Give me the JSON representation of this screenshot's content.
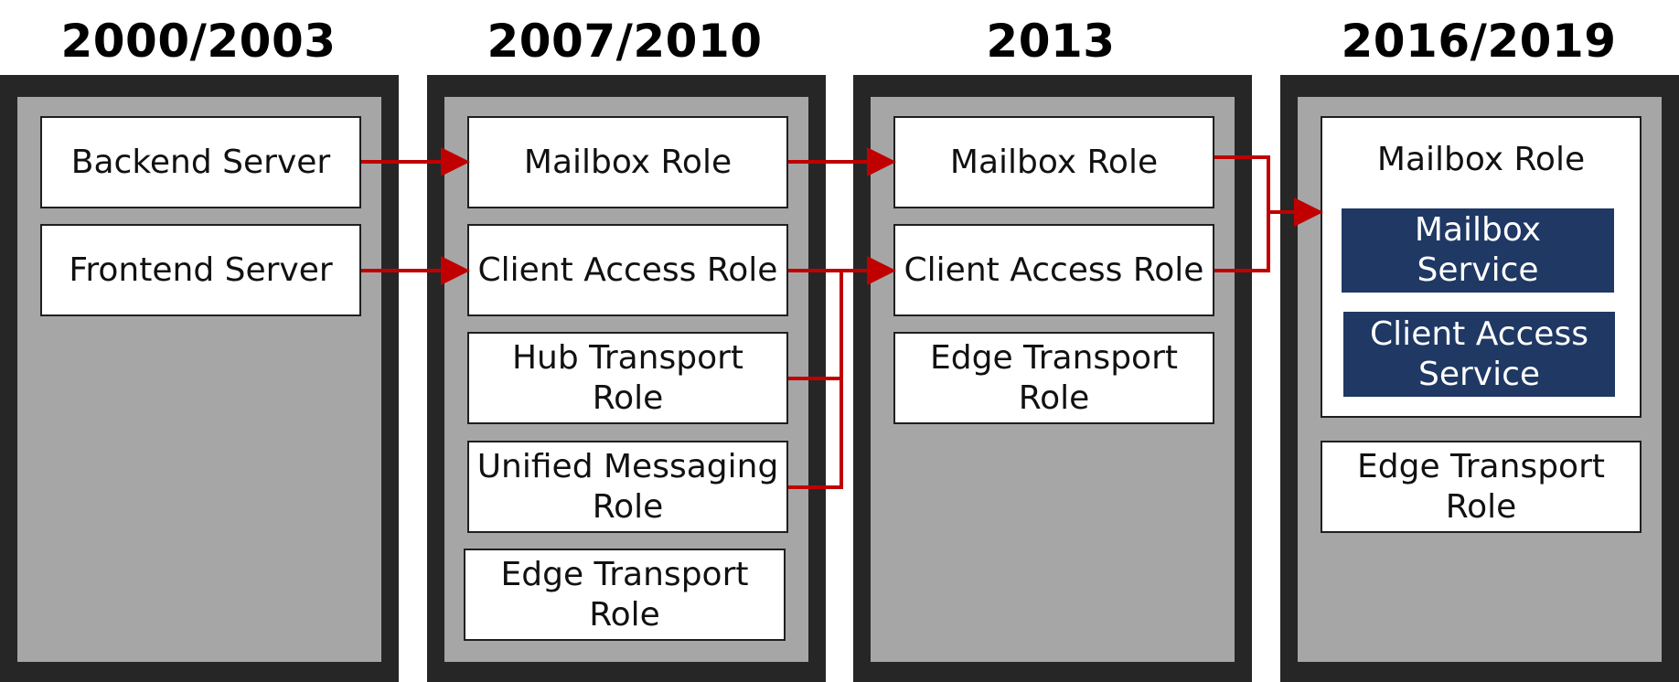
{
  "columns": [
    {
      "title": "2000/2003",
      "boxes": [
        "Backend Server",
        "Frontend Server"
      ]
    },
    {
      "title": "2007/2010",
      "boxes": [
        "Mailbox Role",
        "Client Access Role",
        "Hub Transport Role",
        "Unified Messaging Role",
        "Edge Transport Role"
      ]
    },
    {
      "title": "2013",
      "boxes": [
        "Mailbox Role",
        "Client Access Role",
        "Edge Transport Role"
      ]
    },
    {
      "title": "2016/2019",
      "container_label": "Mailbox Role",
      "services": [
        "Mailbox Service",
        "Client Access Service"
      ],
      "boxes": [
        "Edge Transport Role"
      ]
    }
  ],
  "colors": {
    "column_frame": "#262626",
    "column_fill": "#a6a6a6",
    "service_fill": "#1f3864",
    "arrow": "#c00000"
  }
}
